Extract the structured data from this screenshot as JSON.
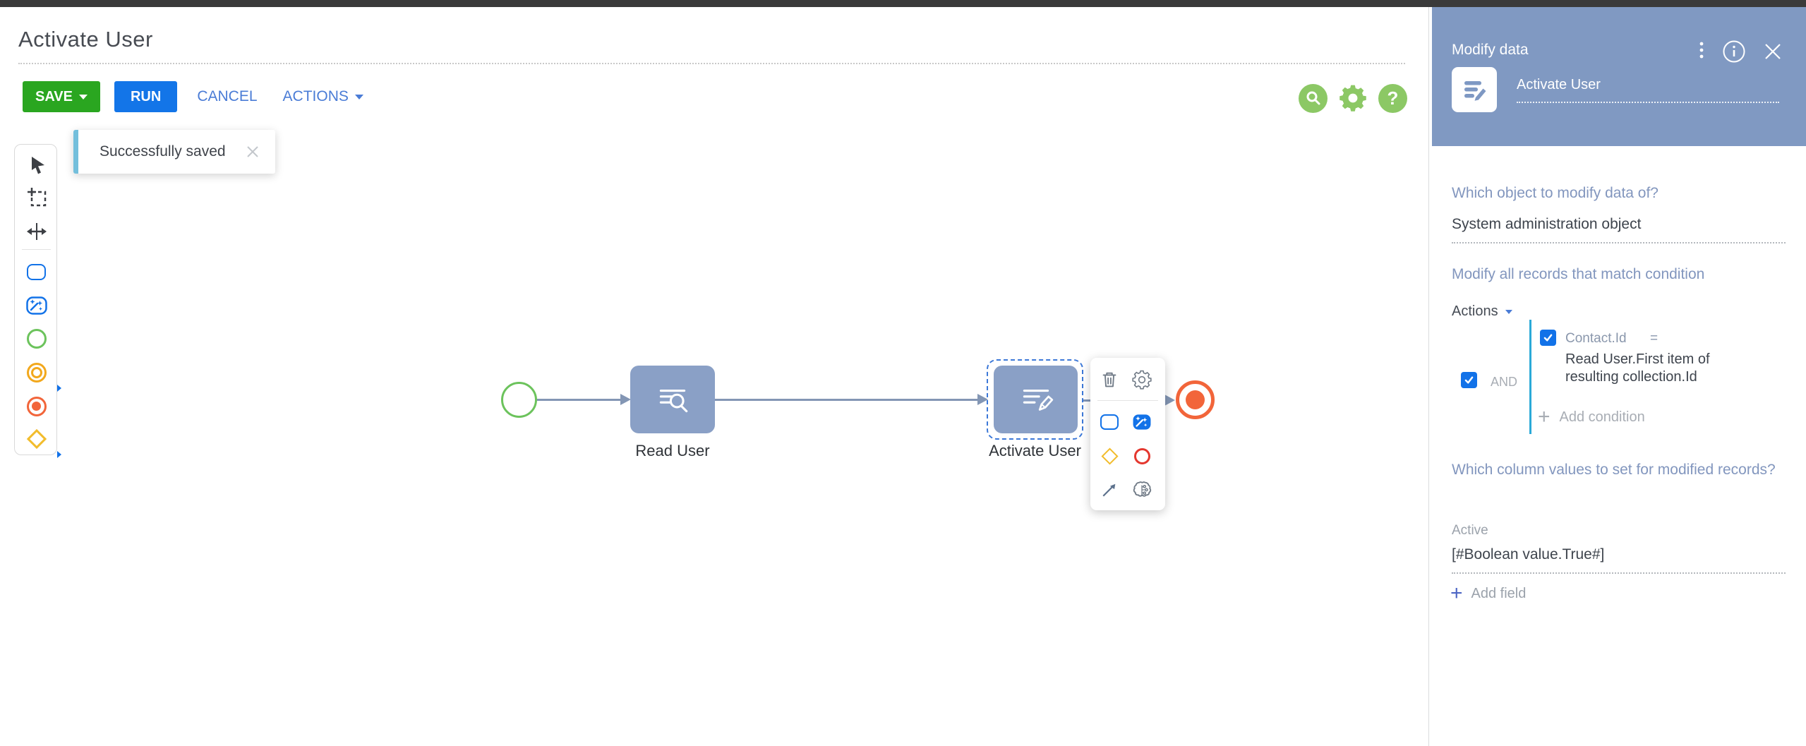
{
  "page": {
    "title": "Activate User"
  },
  "toolbar": {
    "save": "SAVE",
    "run": "RUN",
    "cancel": "CANCEL",
    "actions": "ACTIONS"
  },
  "top_icons": [
    "search-icon",
    "settings-icon",
    "help-icon"
  ],
  "toast": {
    "message": "Successfully saved"
  },
  "shape_toolbar_icons": [
    "pointer-icon",
    "area-selection-icon",
    "move-connector-icon",
    "task-shape-icon",
    "smart-task-shape-icon",
    "start-event-shape-icon",
    "intermediate-event-shape-icon",
    "terminate-event-shape-icon",
    "gateway-shape-icon"
  ],
  "canvas": {
    "nodes": [
      {
        "label": "Read User"
      },
      {
        "label": "Activate User"
      }
    ],
    "context_menu_icons": [
      "delete-icon",
      "settings-icon",
      "task-shape-icon",
      "smart-task-shape-icon",
      "gateway-shape-icon",
      "terminate-event-shape-icon",
      "flow-arrow-icon",
      "ml-brain-icon"
    ]
  },
  "panel": {
    "title": "Modify data",
    "header_icons": [
      "kebab-menu-icon",
      "info-icon",
      "close-icon"
    ],
    "name_value": "Activate User",
    "object_question": "Which object to modify data of?",
    "object_value": "System administration object",
    "mode_link": "Modify all records that match condition",
    "actions_label": "Actions",
    "condition": {
      "group_operator": "AND",
      "left_column": "Contact.Id",
      "operator": "=",
      "right_value": "Read User.First item of resulting collection.Id",
      "add_condition": "Add condition"
    },
    "columns_question": "Which column values to set for modified records?",
    "fields": [
      {
        "label": "Active",
        "value": "[#Boolean value.True#]"
      }
    ],
    "add_field": "Add field"
  },
  "colors": {
    "save_green": "#2aa620",
    "run_blue": "#1375e8",
    "link_blue": "#4a7cd6",
    "panel_header_blue": "#8099c2",
    "node_fill": "#8aa0c6",
    "connector": "#8396b4",
    "selection_blue": "#3c78d8",
    "checkbox_blue": "#1272e8",
    "condition_line_cyan": "#2ba9d8",
    "start_green": "#6cc35c",
    "end_orange": "#f2653a",
    "gateway_yellow": "#f2bc2b",
    "intermediate_orange": "#f2a81d",
    "menu_red": "#e4372e",
    "toast_accent": "#74bfdc",
    "help_green": "#8cc865",
    "label_blue": "#8296be"
  }
}
